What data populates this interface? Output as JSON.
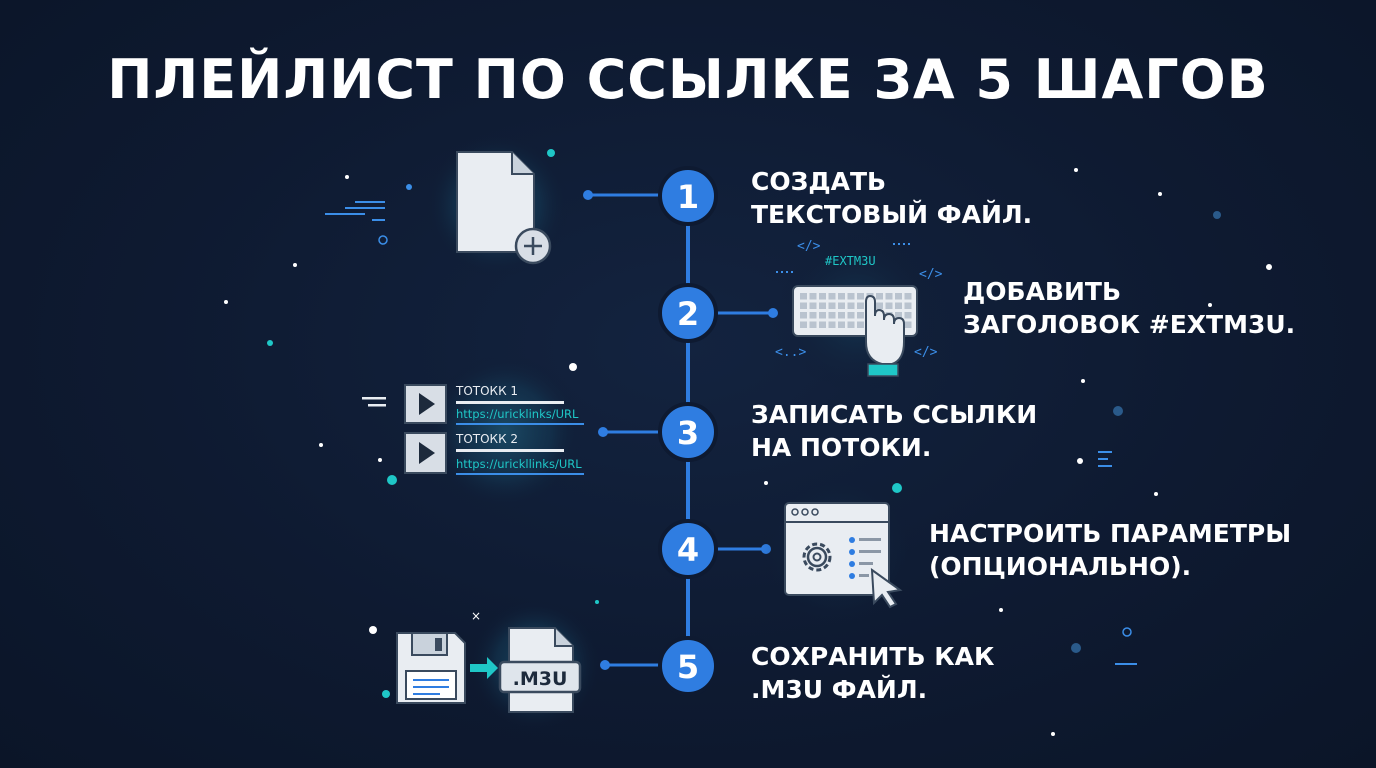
{
  "title": "ПЛЕЙЛИСТ ПО ССЫЛКЕ ЗА 5 ШАГОВ",
  "colors": {
    "background": "#0e1a31",
    "accent": "#2f7de1",
    "teal": "#1fc7c7",
    "icon_fill": "#e9edf2",
    "text": "#ffffff"
  },
  "steps": [
    {
      "number": "1",
      "line1": "СОЗДАТЬ",
      "line2": "ТЕКСТОВЫЙ ФАЙЛ.",
      "icon": "new-file-icon"
    },
    {
      "number": "2",
      "line1": "ДОБАВИТЬ",
      "line2": "ЗАГОЛОВОК #EXTM3U.",
      "icon": "keyboard-hand-icon"
    },
    {
      "number": "3",
      "line1": "ЗАПИСАТЬ ССЫЛКИ",
      "line2": "НА ПОТОКИ.",
      "icon": "stream-list-icon"
    },
    {
      "number": "4",
      "line1": "НАСТРОИТЬ ПАРАМЕТРЫ",
      "line2": "(ОПЦИОНАЛЬНО).",
      "icon": "settings-window-icon"
    },
    {
      "number": "5",
      "line1": "СОХРАНИТЬ КАК",
      "line2": ".M3U ФАЙЛ.",
      "icon": "save-m3u-icon"
    }
  ],
  "keyboard": {
    "header_tag": "#EXTM3U",
    "code_tag": "</>",
    "ellipsis_tag": "<..>"
  },
  "streams": [
    {
      "name": "ТОТОКК 1",
      "url": "https://uricklinks/URL"
    },
    {
      "name": "ТОТОКК 2",
      "url": "https://urickllinks/URL"
    }
  ],
  "m3u_label": ".M3U"
}
